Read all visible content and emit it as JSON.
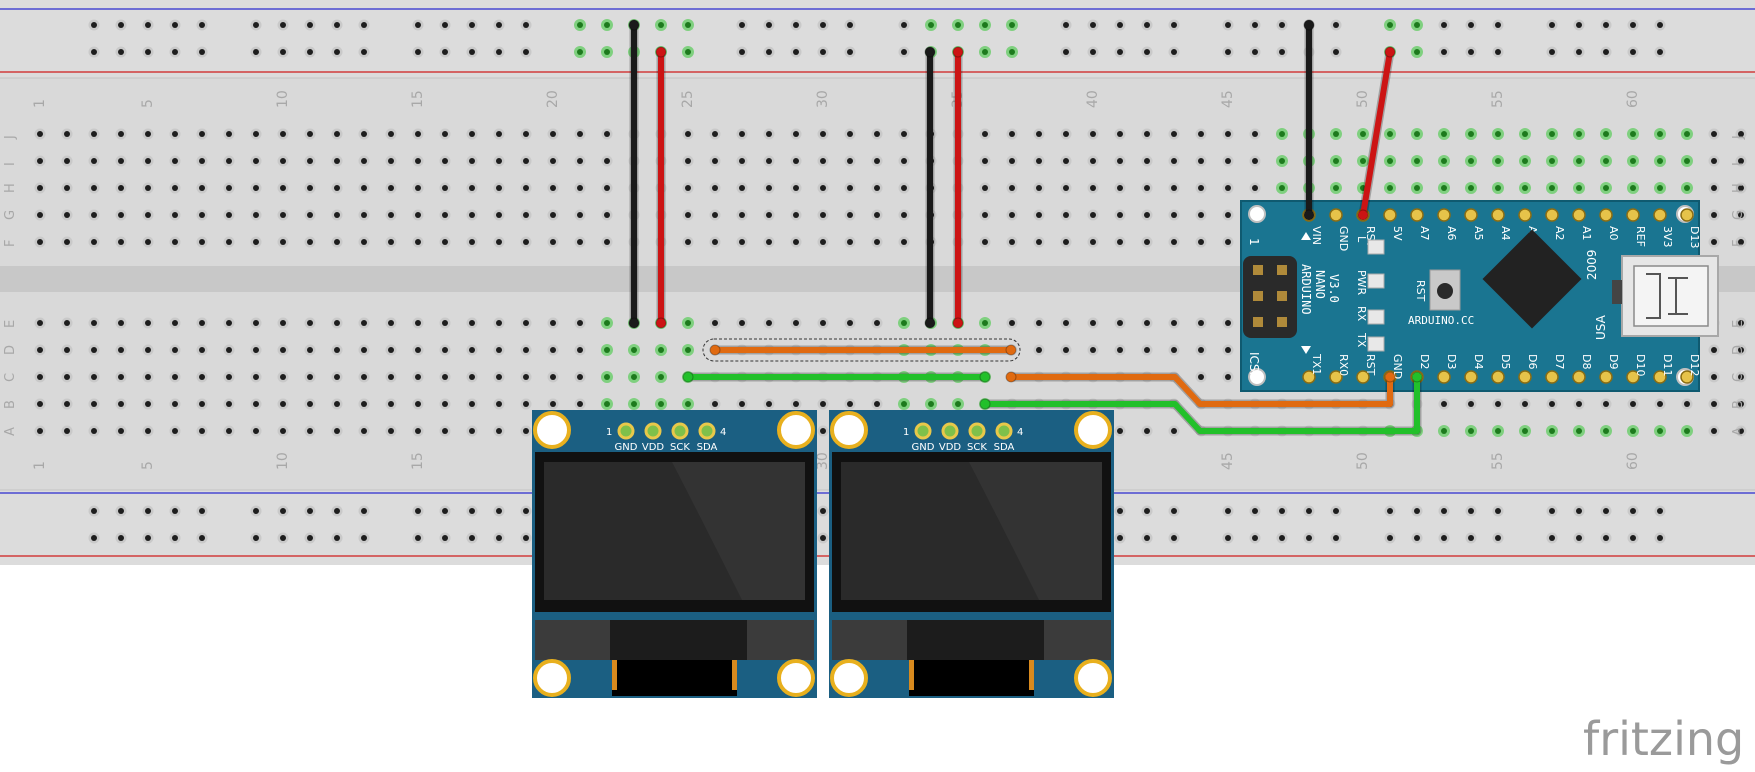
{
  "breadboard": {
    "column_numbers": [
      "1",
      "5",
      "10",
      "15",
      "20",
      "25",
      "30",
      "35",
      "40",
      "45",
      "50",
      "55",
      "60"
    ],
    "row_letters_top": [
      "J",
      "I",
      "H",
      "G",
      "F"
    ],
    "row_letters_bottom": [
      "E",
      "D",
      "C",
      "B",
      "A"
    ]
  },
  "arduino": {
    "model_line1": "ARDUINO",
    "model_line2": "NANO",
    "model_line3": "V3.0",
    "website": "ARDUINO.CC",
    "year": "2009",
    "country": "USA",
    "icsp_label": "ICSP",
    "icsp_pin1": "1",
    "reset_label": "RST",
    "led_labels": [
      "L",
      "PWR",
      "RX",
      "TX"
    ],
    "top_pins": [
      "VIN",
      "GND",
      "RST",
      "5V",
      "A7",
      "A6",
      "A5",
      "A4",
      "A3",
      "A2",
      "A1",
      "A0",
      "REF",
      "3V3",
      "D13"
    ],
    "bottom_pins": [
      "TX1",
      "RX0",
      "RST",
      "GND",
      "D2",
      "D3",
      "D4",
      "D5",
      "D6",
      "D7",
      "D8",
      "D9",
      "D10",
      "D11",
      "D12"
    ]
  },
  "oled_modules": [
    {
      "pin_start": "1",
      "pin_end": "4",
      "pins": [
        "GND",
        "VDD",
        "SCK",
        "SDA"
      ]
    },
    {
      "pin_start": "1",
      "pin_end": "4",
      "pins": [
        "GND",
        "VDD",
        "SCK",
        "SDA"
      ]
    }
  ],
  "wire_colors": {
    "black": "#1a1a1a",
    "red": "#cc1414",
    "orange": "#e06a10",
    "green": "#22c02a"
  },
  "watermark": "fritzing"
}
